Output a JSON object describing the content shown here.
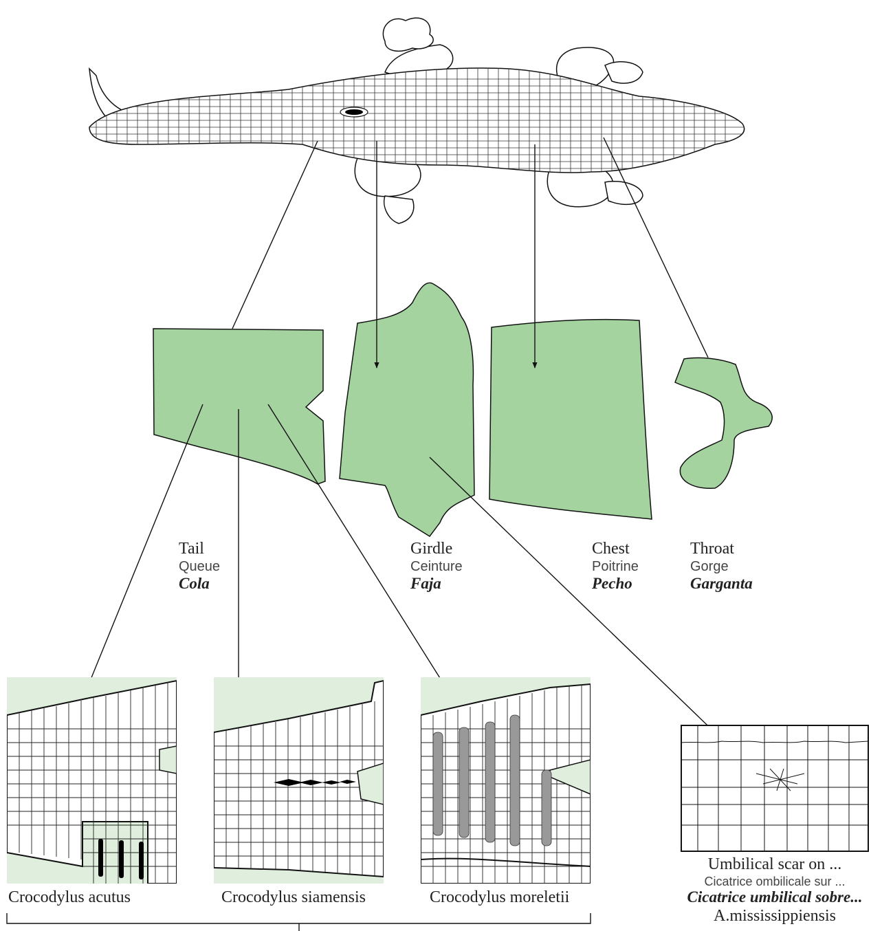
{
  "body_parts": [
    {
      "en": "Tail",
      "fr": "Queue",
      "es": "Cola",
      "color": "#a5d3a0"
    },
    {
      "en": "Girdle",
      "fr": "Ceinture",
      "es": "Faja",
      "color": "#a5d3a0"
    },
    {
      "en": "Chest",
      "fr": "Poitrine",
      "es": "Pecho",
      "color": "#a5d3a0"
    },
    {
      "en": "Throat",
      "fr": "Gorge",
      "es": "Garganta",
      "color": "#a5d3a0"
    }
  ],
  "species_panels": [
    {
      "name": "Crocodylus acutus",
      "mark": "black dashes"
    },
    {
      "name": "Crocodylus siamensis",
      "mark": "black diamonds"
    },
    {
      "name": "Crocodylus moreletii",
      "mark": "grey scales"
    }
  ],
  "scar": {
    "line1": "Umbilical scar on ...",
    "line2": "Cicatrice ombilicale sur ...",
    "line3": "Cicatrice umbilical sobre...",
    "line4": "A.mississippiensis"
  },
  "colors": {
    "pelt_green": "#a5d3a0",
    "panel_bg": "#dfeedd",
    "mark_black": "#000000",
    "mark_grey": "#999999",
    "line": "#111111"
  }
}
